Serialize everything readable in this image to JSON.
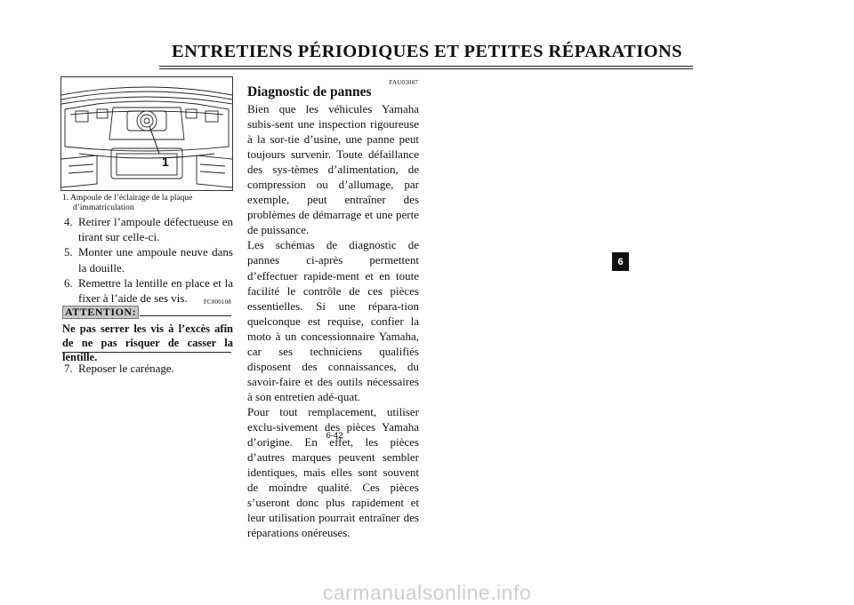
{
  "header": {
    "title": "ENTRETIENS PÉRIODIQUES ET PETITES RÉPARATIONS"
  },
  "figure": {
    "callout": "1",
    "caption_line1": "1. Ampoule de l’éclairage de la plaque",
    "caption_line2": "d’immatriculation"
  },
  "steps": [
    {
      "num": "4.",
      "text": "Retirer l’ampoule défectueuse en tirant sur celle-ci."
    },
    {
      "num": "5.",
      "text": "Monter une ampoule neuve dans la douille."
    },
    {
      "num": "6.",
      "text": "Remettre la lentille en place et la fixer à l’aide de ses vis."
    }
  ],
  "caution": {
    "code": "FC000108",
    "label": "ATTENTION:",
    "text": "Ne pas serrer les vis à l’excès afin de ne pas risquer de casser la lentille."
  },
  "step7": {
    "num": "7.",
    "text": "Reposer le carénage."
  },
  "section": {
    "code": "FAU03087",
    "title": "Diagnostic de pannes",
    "para1": "Bien que les véhicules Yamaha subis-sent une inspection rigoureuse à la sor-tie d’usine, une panne peut toujours survenir. Toute défaillance des sys-tèmes d’alimentation, de compression ou d’allumage, par exemple, peut entraîner des problèmes de démarrage et une perte de puissance.",
    "para2": "Les schémas de diagnostic de pannes ci-après permettent d’effectuer rapide-ment et en toute facilité le contrôle de ces pièces essentielles. Si une répara-tion quelconque est requise, confier la moto à un concessionnaire Yamaha, car ses techniciens qualifiés disposent des connaissances, du savoir-faire et des outils nécessaires à son entretien adé-quat.",
    "para3": "Pour tout remplacement, utiliser exclu-sivement des pièces Yamaha d’origine. En effet, les pièces d’autres marques peuvent sembler identiques, mais elles sont souvent de moindre qualité. Ces pièces s’useront donc plus rapidement et leur utilisation pourrait entraîner des réparations onéreuses."
  },
  "page_number": "6-42",
  "chapter_tab": "6",
  "watermark": "carmanualsonline.info"
}
